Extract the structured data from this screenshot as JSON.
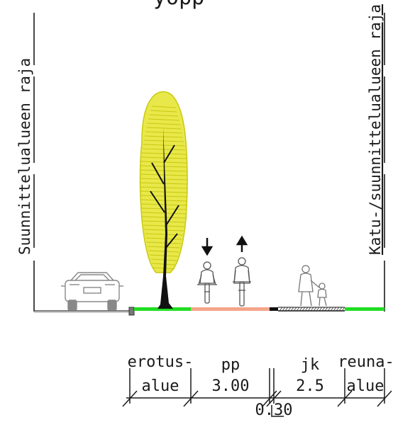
{
  "title_fragment": "yöpp",
  "left_boundary_label": "Suunnittelualueen raja",
  "right_boundary_label": "Katu-/suunnittelualueen raja",
  "zones": [
    {
      "id": "erotus",
      "line1": "erotus-",
      "line2": "alue"
    },
    {
      "id": "pp",
      "line1": "pp",
      "line2": "3.00"
    },
    {
      "id": "jk",
      "line1": "jk",
      "line2": "2.5"
    },
    {
      "id": "reuna",
      "line1": "reuna-",
      "line2": "alue"
    }
  ],
  "curb_dimension": "0.30",
  "colors": {
    "line": "#1a1a1a",
    "green_strip": "#22dd22",
    "cycle_path": "#f4a58a",
    "tree_foliage": "#e8e84a",
    "tree_foliage_stroke": "#c8c810"
  },
  "icons": [
    "car-icon",
    "tree-icon",
    "cyclist-icon",
    "pedestrian-icon",
    "direction-arrow-icon"
  ]
}
